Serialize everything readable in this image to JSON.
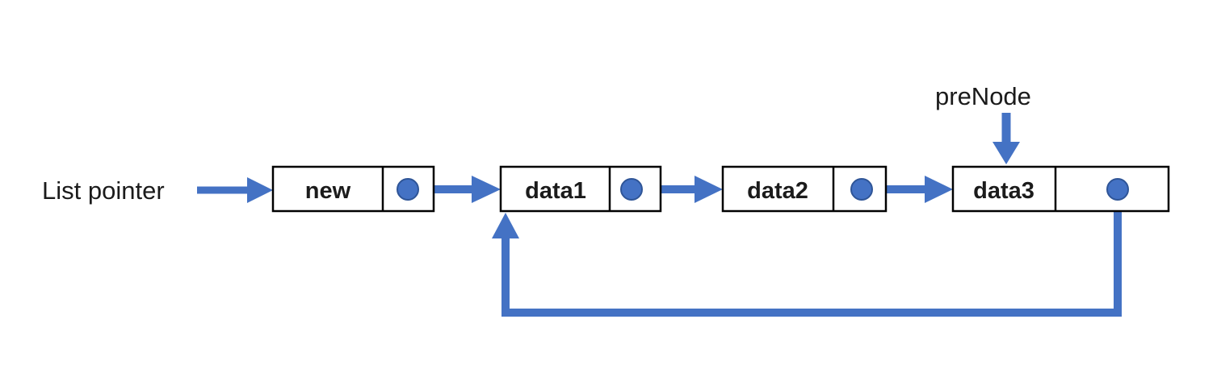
{
  "diagram": {
    "labels": {
      "list_pointer": "List pointer",
      "pre_node": "preNode"
    },
    "nodes": [
      {
        "label": "new"
      },
      {
        "label": "data1"
      },
      {
        "label": "data2"
      },
      {
        "label": "data3"
      }
    ],
    "colors": {
      "accent_blue": "#4472C4",
      "dot_border": "#2F5597",
      "box_border": "#000000",
      "box_fill": "#FFFFFF",
      "text": "#1B1B1B",
      "background": "#FFFFFF"
    }
  }
}
